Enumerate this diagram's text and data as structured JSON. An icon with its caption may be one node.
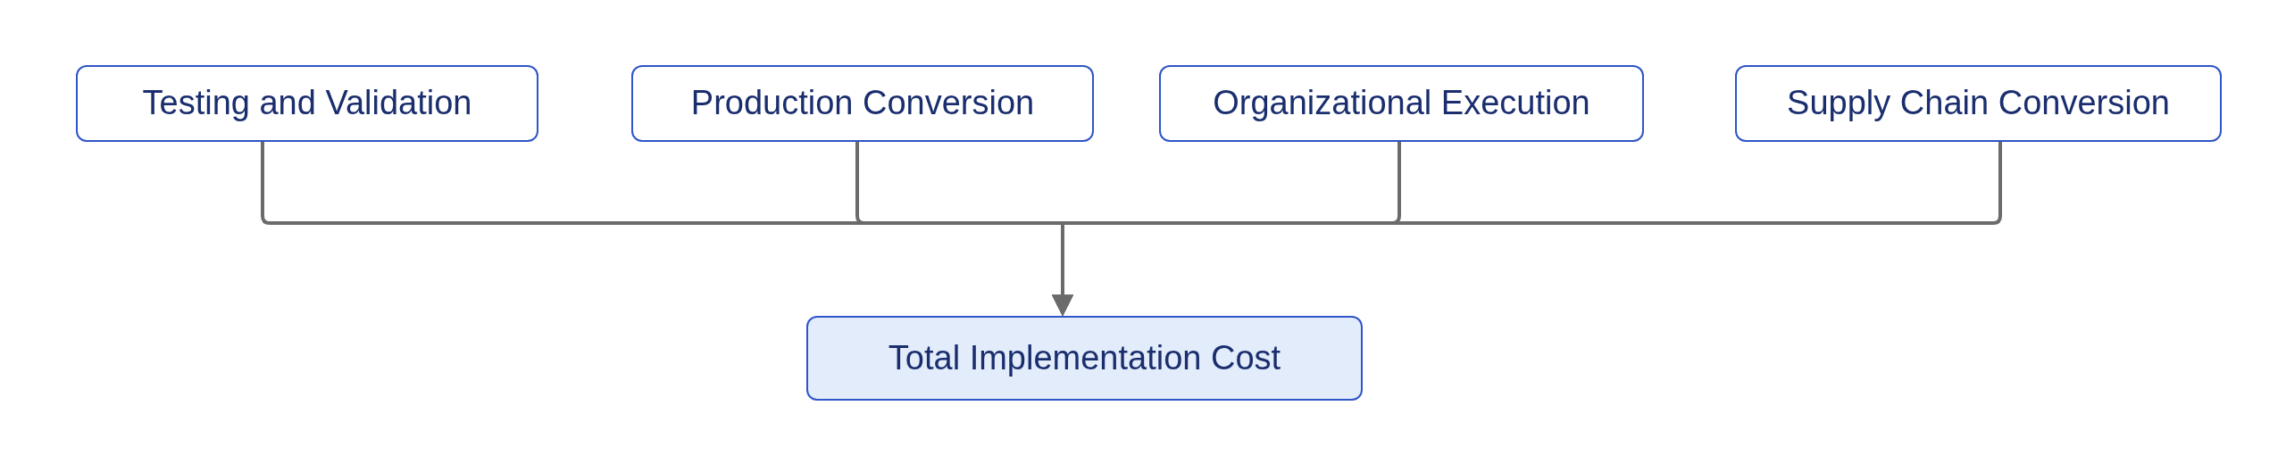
{
  "diagram": {
    "nodes": [
      {
        "text": [
          "Testing and Validation"
        ]
      },
      {
        "text": [
          "Production Conversion"
        ]
      },
      {
        "text": [
          "Organizational Execution"
        ]
      },
      {
        "text": [
          "Supply Chain Conversion"
        ]
      },
      {
        "text": [
          "Total Implementation Cost"
        ]
      }
    ],
    "edges": [
      {
        "from": 0,
        "to": 4,
        "arrow": "to"
      },
      {
        "from": 1,
        "to": 4,
        "arrow": "to"
      },
      {
        "from": 2,
        "to": 4,
        "arrow": "to"
      },
      {
        "from": 3,
        "to": 4,
        "arrow": "to"
      }
    ]
  }
}
